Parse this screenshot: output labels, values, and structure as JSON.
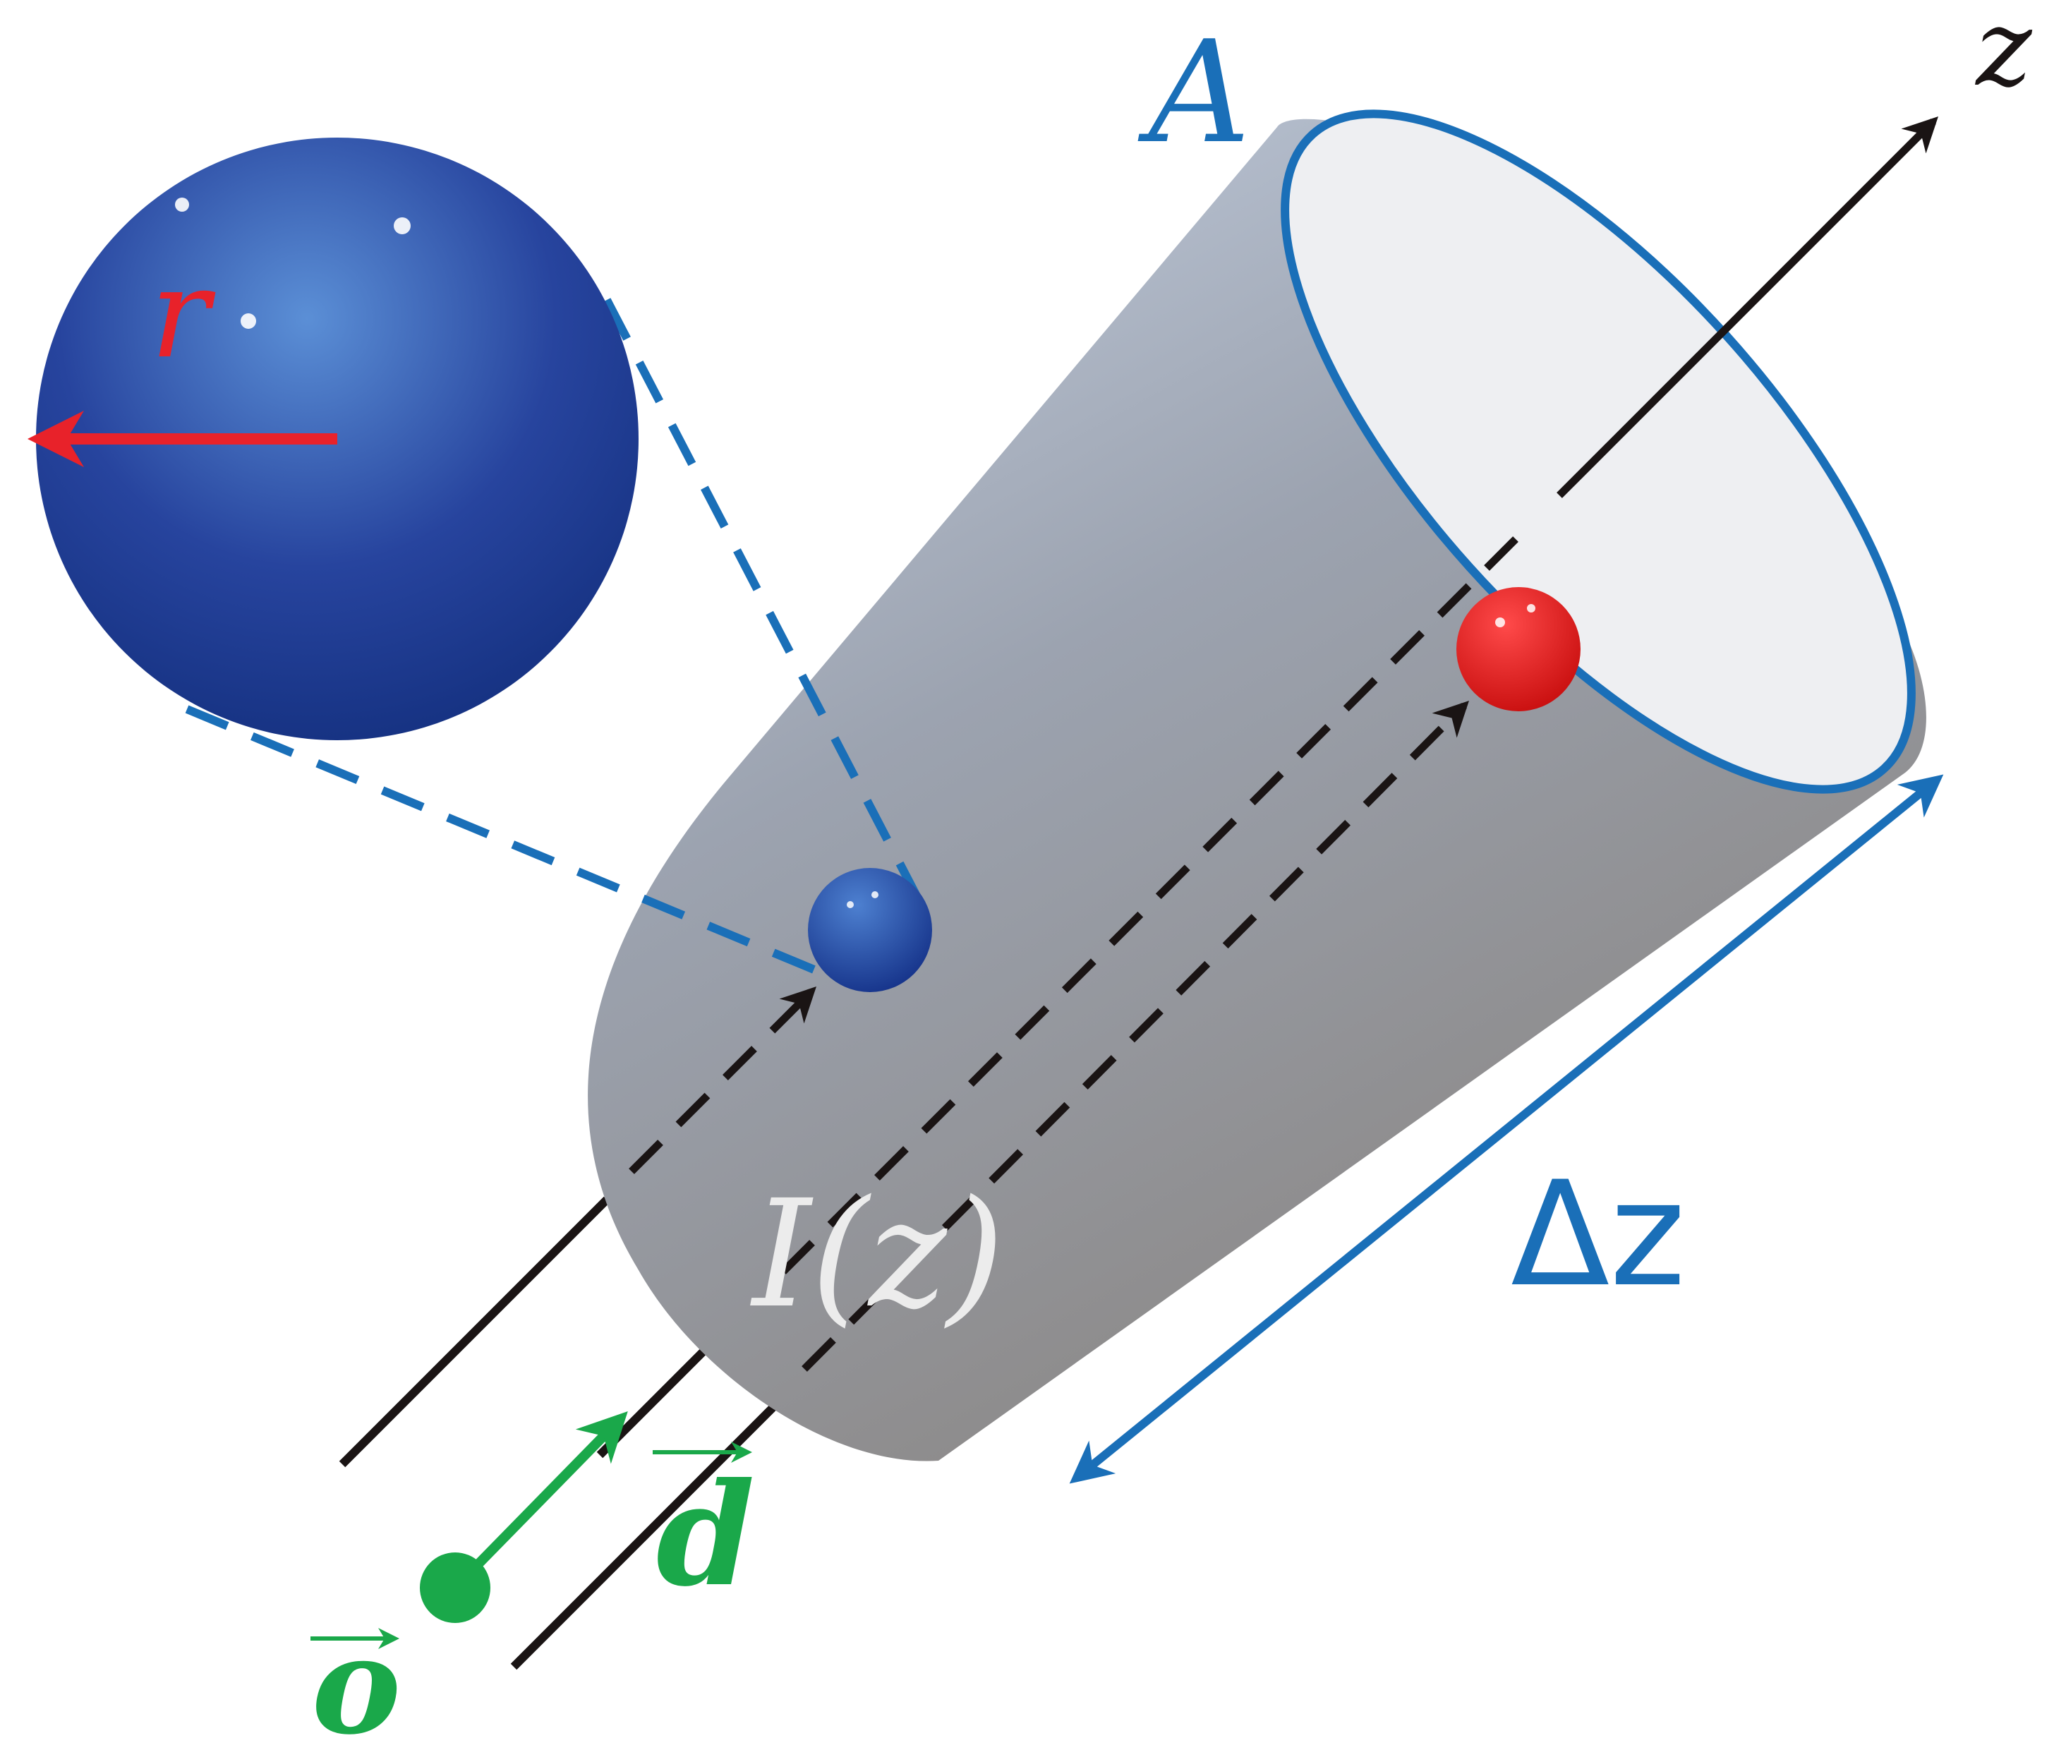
{
  "labels": {
    "axis_z": "z",
    "area": "A",
    "radius": "r",
    "intensity": "I(z)",
    "delta_z": "Δz",
    "direction": "d",
    "origin": "o"
  },
  "colors": {
    "blue": "#1a6fb8",
    "red": "#e8222a",
    "green": "#1aa84a",
    "black": "#1a1414",
    "sphere_blue": "#1f3f9c",
    "particle_red": "#e81818",
    "cylinder_light": "#c4cfdf",
    "cylinder_dark": "#8c8a88"
  }
}
